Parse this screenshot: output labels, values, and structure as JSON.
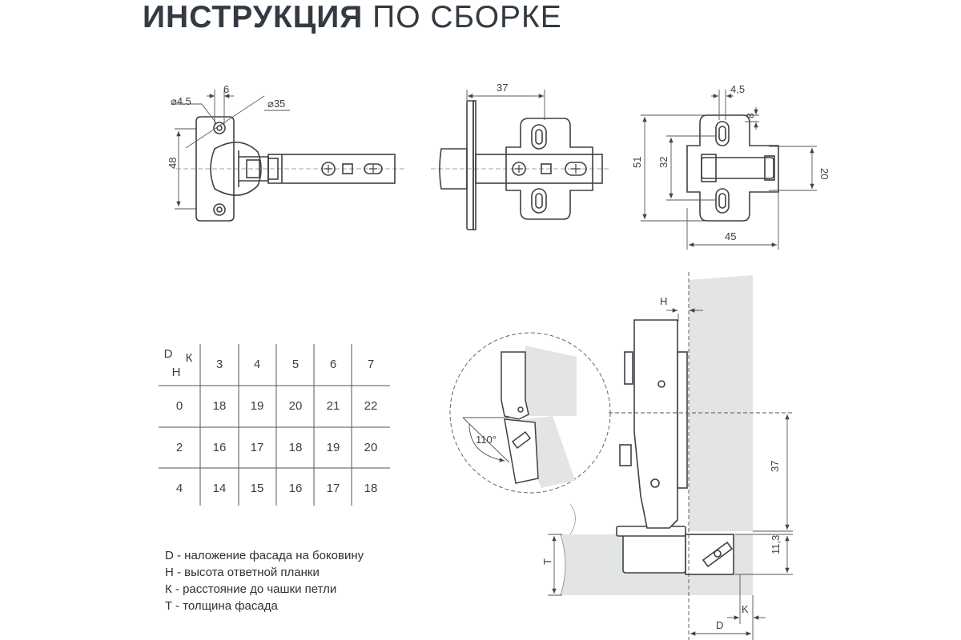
{
  "title": {
    "bold": "ИНСТРУКЦИЯ",
    "normal": "ПО СБОРКЕ"
  },
  "top_dims": {
    "d45": "⌀4.5",
    "six": "6",
    "d35": "⌀35",
    "h48": "48",
    "w37": "37",
    "w45a": "4,5",
    "eight": "8",
    "h51": "51",
    "h32": "32",
    "h20": "20",
    "w45": "45"
  },
  "side_dims": {
    "H": "H",
    "v37": "37",
    "v113": "11,3",
    "T": "T",
    "K": "K",
    "D": "D",
    "angle": "110°"
  },
  "table": {
    "corner_d": "D",
    "corner_k": "К",
    "corner_h": "H",
    "k_values": [
      "3",
      "4",
      "5",
      "6",
      "7"
    ],
    "rows": [
      {
        "h": "0",
        "values": [
          "18",
          "19",
          "20",
          "21",
          "22"
        ]
      },
      {
        "h": "2",
        "values": [
          "16",
          "17",
          "18",
          "19",
          "20"
        ]
      },
      {
        "h": "4",
        "values": [
          "14",
          "15",
          "16",
          "17",
          "18"
        ]
      }
    ]
  },
  "legend": [
    "D - наложение фасада на боковину",
    "H - высота ответной планки",
    "К - расстояние до чашки петли",
    "T - толщина фасада"
  ]
}
